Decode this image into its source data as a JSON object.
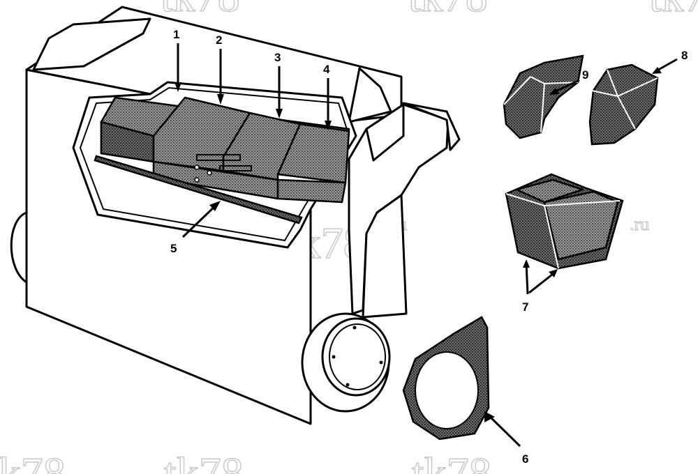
{
  "callouts": {
    "c1": "1",
    "c2": "2",
    "c3": "3",
    "c4": "4",
    "c5": "5",
    "c6": "6",
    "c7": "7",
    "c8": "8",
    "c9": "9"
  },
  "watermark": {
    "main": "tk78",
    "suffix": ".ru"
  },
  "colors": {
    "line": "#000000",
    "foam": "#4a4a4a",
    "watermark": "#c9c9c9"
  }
}
